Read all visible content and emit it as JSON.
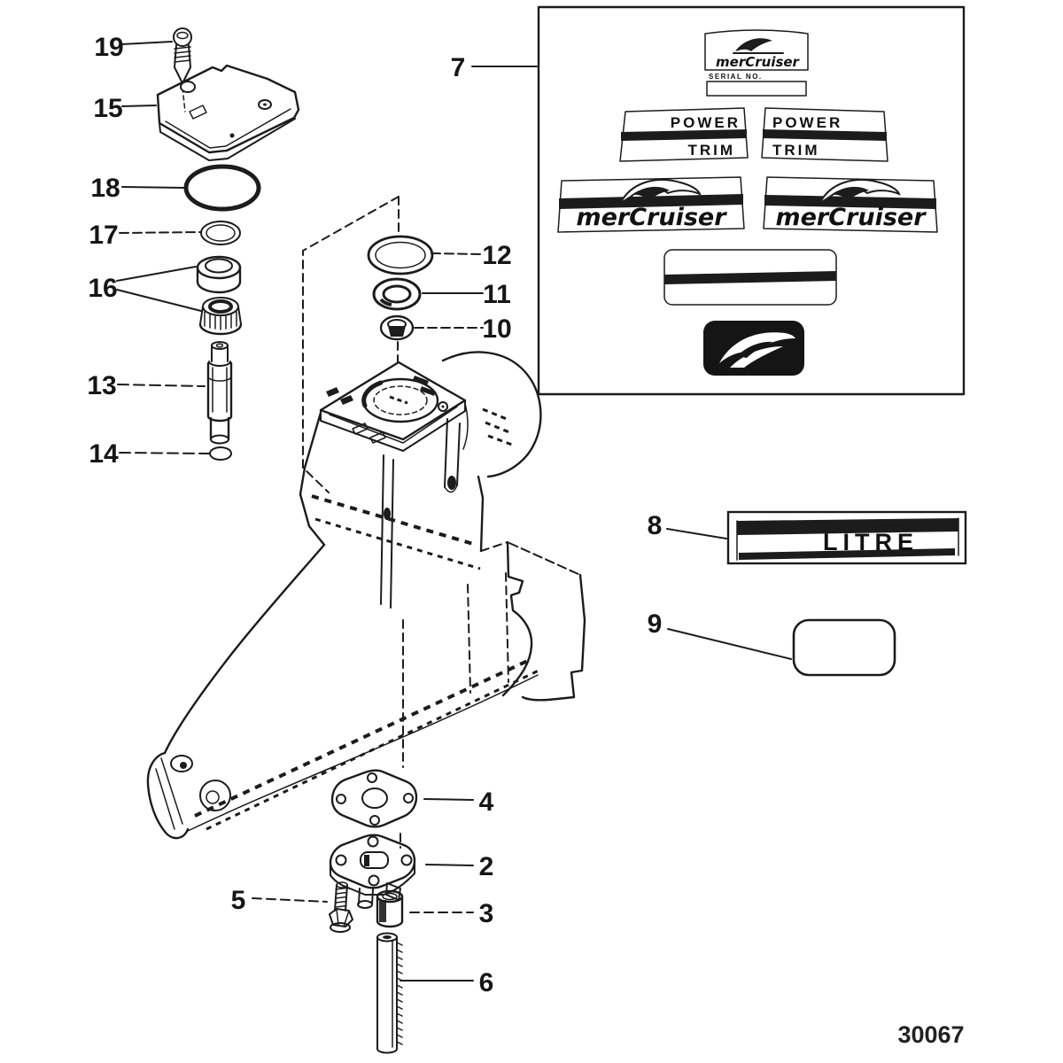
{
  "page": {
    "background": "#ffffff",
    "ink": "#1c1c1c"
  },
  "figure": {
    "drawing_number": "30067"
  },
  "callouts": {
    "c2": "2",
    "c3": "3",
    "c4": "4",
    "c5": "5",
    "c6": "6",
    "c7": "7",
    "c8": "8",
    "c9": "9",
    "c10": "10",
    "c11": "11",
    "c12": "12",
    "c13": "13",
    "c14": "14",
    "c15": "15",
    "c16": "16",
    "c17": "17",
    "c18": "18",
    "c19": "19"
  },
  "decals": {
    "serial": {
      "brand": "merCruiser",
      "label": "SERIAL NO."
    },
    "power_trim_left": {
      "line1": "POWER",
      "line2": "TRIM"
    },
    "power_trim_right": {
      "line1": "POWER",
      "line2": "TRIM"
    },
    "brand_left": "merCruiser",
    "brand_right": "merCruiser",
    "litre": "LITRE"
  }
}
